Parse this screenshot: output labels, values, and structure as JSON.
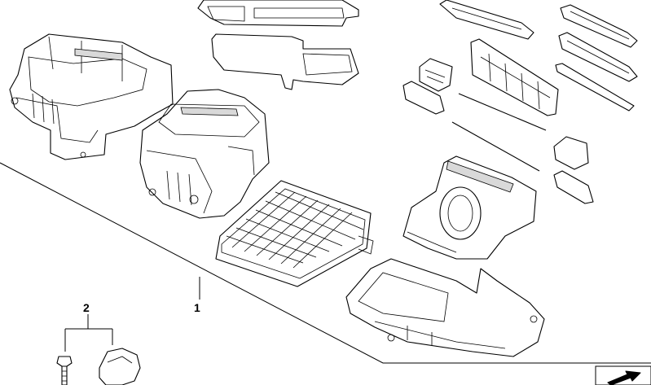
{
  "diagram": {
    "callouts": [
      {
        "id": "1",
        "label": "1"
      },
      {
        "id": "2",
        "label": "2"
      }
    ],
    "icons": [
      "arrow-logo-icon"
    ]
  }
}
